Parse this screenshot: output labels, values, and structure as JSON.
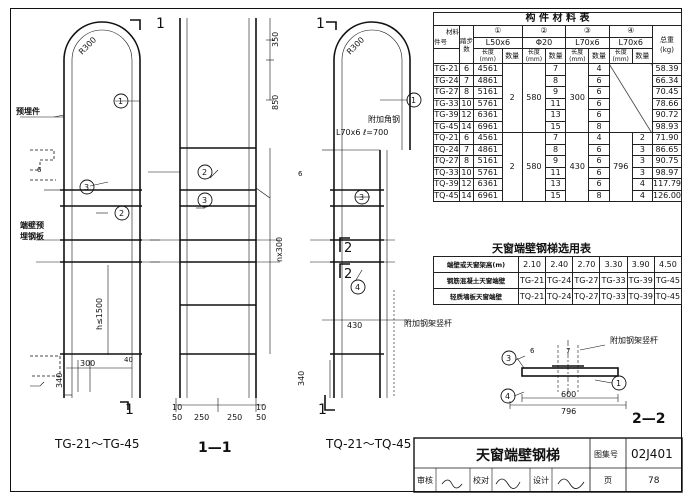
{
  "materials_table": {
    "title": "构 件 材 料 表",
    "head": {
      "part_no": "件号",
      "material": "材料",
      "step_count": "踏步数",
      "numbers": [
        "①",
        "②",
        "③",
        "④"
      ],
      "sections": [
        "L50x6",
        "Φ20",
        "L70x6",
        "L70x6"
      ],
      "length": "长度",
      "length_unit": "(mm)",
      "qty": "数量",
      "total_weight": "总重",
      "total_unit": "(kg)"
    },
    "group_a": [
      {
        "id": "TG-21",
        "steps": "6",
        "l1": "4561",
        "q2": "7",
        "q3": "4",
        "w": "58.39"
      },
      {
        "id": "TG-24",
        "steps": "7",
        "l1": "4861",
        "q2": "8",
        "q3": "6",
        "w": "66.34"
      },
      {
        "id": "TG-27",
        "steps": "8",
        "l1": "5161",
        "q2": "9",
        "q3": "6",
        "w": "70.45"
      },
      {
        "id": "TG-33",
        "steps": "10",
        "l1": "5761",
        "q2": "11",
        "q3": "6",
        "w": "78.66"
      },
      {
        "id": "TG-39",
        "steps": "12",
        "l1": "6361",
        "q2": "13",
        "q3": "6",
        "w": "90.72"
      },
      {
        "id": "TG-45",
        "steps": "14",
        "l1": "6961",
        "q2": "15",
        "q3": "8",
        "w": "98.93"
      }
    ],
    "group_a_shared": {
      "q1": "2",
      "l2": "580",
      "l3": "300"
    },
    "group_b": [
      {
        "id": "TQ-21",
        "steps": "6",
        "l1": "4561",
        "q2": "7",
        "q3": "4",
        "q4": "2",
        "w": "71.90"
      },
      {
        "id": "TQ-24",
        "steps": "7",
        "l1": "4861",
        "q2": "8",
        "q3": "6",
        "q4": "3",
        "w": "86.65"
      },
      {
        "id": "TQ-27",
        "steps": "8",
        "l1": "5161",
        "q2": "9",
        "q3": "6",
        "q4": "3",
        "w": "90.75"
      },
      {
        "id": "TQ-33",
        "steps": "10",
        "l1": "5761",
        "q2": "11",
        "q3": "6",
        "q4": "3",
        "w": "98.97"
      },
      {
        "id": "TQ-39",
        "steps": "12",
        "l1": "6361",
        "q2": "13",
        "q3": "6",
        "q4": "4",
        "w": "117.79"
      },
      {
        "id": "TQ-45",
        "steps": "14",
        "l1": "6961",
        "q2": "15",
        "q3": "8",
        "q4": "4",
        "w": "126.00"
      }
    ],
    "group_b_shared": {
      "q1": "2",
      "l2": "580",
      "l3": "430",
      "l4": "796"
    }
  },
  "selection_table": {
    "title": "天窗端壁钢梯选用表",
    "header_label": "端壁或天窗架高(m)",
    "heights": [
      "2.10",
      "2.40",
      "2.70",
      "3.30",
      "3.90",
      "4.50"
    ],
    "rows": [
      {
        "label": "钢筋混凝土天窗端壁",
        "codes": [
          "TG-21",
          "TG-24",
          "TG-27",
          "TG-33",
          "TG-39",
          "TG-45"
        ]
      },
      {
        "label": "轻质墙板天窗端壁",
        "codes": [
          "TQ-21",
          "TQ-24",
          "TQ-27",
          "TQ-33",
          "TQ-39",
          "TQ-45"
        ]
      }
    ]
  },
  "drawing": {
    "left_caption": "TG-21～TG-45",
    "mid_caption": "1—1",
    "right_caption": "TQ-21～TQ-45",
    "section_caption": "2—2",
    "marks": {
      "sec1": "1",
      "sec2": "2"
    },
    "labels": {
      "embedded": "预埋件",
      "endwall_l1": "端壁预",
      "endwall_l2": "埋钢板",
      "extra_angle": "附加角钢",
      "extra_angle_spec": "L70x6  ℓ=700",
      "extra_post": "附加钢架竖杆",
      "extra_post_2": "附加钢架竖杆"
    },
    "dims": {
      "r300": "R300",
      "d350": "350",
      "d850": "850",
      "nx300": "nx300",
      "h1500": "h≤1500",
      "d300": "300",
      "d340": "340",
      "d430": "430",
      "d10": "10",
      "d50": "50",
      "d250": "250",
      "d600": "600",
      "d796": "796",
      "d40": "40",
      "d6": "6",
      "d7": "7"
    },
    "callouts": [
      "1",
      "2",
      "3",
      "4"
    ]
  },
  "title_block": {
    "title": "天窗端壁钢梯",
    "atlas_label": "图集号",
    "atlas_no": "02J401",
    "review": "审核",
    "check": "校对",
    "design": "设计",
    "page_label": "页",
    "page_no": "78"
  }
}
